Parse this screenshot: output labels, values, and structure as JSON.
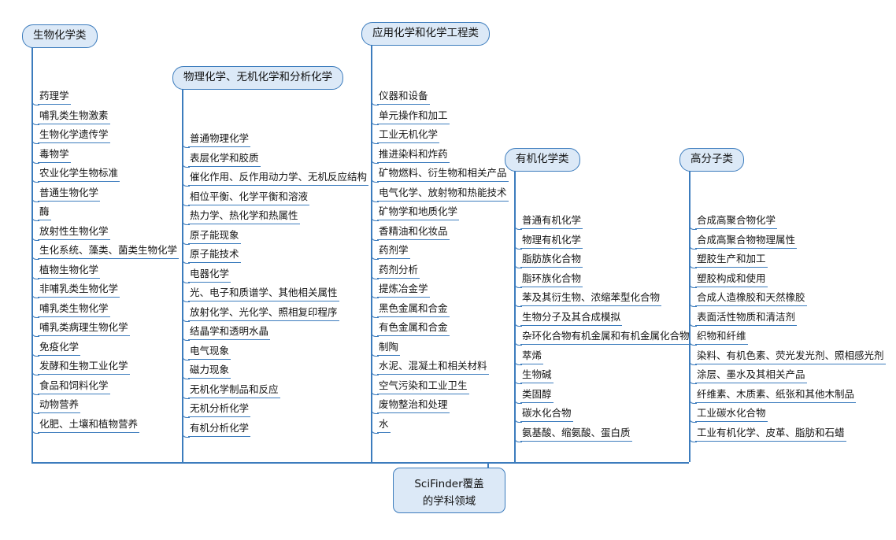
{
  "diagram": {
    "title": "SciFinder覆盖的学科领域",
    "center_label_line1": "SciFinder覆盖",
    "center_label_line2": "的学科领域",
    "accent_color": "#3c7cbd",
    "node_fill_color": "#dce9f7",
    "background_color": "#ffffff",
    "branches": [
      {
        "id": "biochem",
        "header": "生物化学类",
        "items": [
          "药理学",
          "哺乳类生物激素",
          "生物化学遗传学",
          "毒物学",
          "农业化学生物标准",
          "普通生物化学",
          "酶",
          "放射性生物化学",
          "生化系统、藻类、菌类生物化学",
          "植物生物化学",
          "非哺乳类生物化学",
          "哺乳类生物化学",
          "哺乳类病理生物化学",
          "免疫化学",
          "发酵和生物工业化学",
          "食品和饲料化学",
          "动物营养",
          "化肥、土壤和植物营养"
        ]
      },
      {
        "id": "physical-inorganic-analytical",
        "header": "物理化学、无机化学和分析化学",
        "items": [
          "普通物理化学",
          "表层化学和胶质",
          "催化作用、反作用动力学、无机反应结构",
          "相位平衡、化学平衡和溶液",
          "热力学、热化学和热属性",
          "原子能现象",
          "原子能技术",
          "电器化学",
          "光、电子和质谱学、其他相关属性",
          "放射化学、光化学、照相复印程序",
          "结晶学和透明水晶",
          "电气现象",
          "磁力现象",
          "无机化学制品和反应",
          "无机分析化学",
          "有机分析化学"
        ]
      },
      {
        "id": "applied-chemistry-engineering",
        "header": "应用化学和化学工程类",
        "items": [
          "仪器和设备",
          "单元操作和加工",
          "工业无机化学",
          "推进染料和炸药",
          "矿物燃料、衍生物和相关产品",
          "电气化学、放射物和热能技术",
          "矿物学和地质化学",
          "香精油和化妆品",
          "药剂学",
          "药剂分析",
          "提炼冶金学",
          "黑色金属和合金",
          "有色金属和合金",
          "制陶",
          "水泥、混凝土和相关材料",
          "空气污染和工业卫生",
          "废物整治和处理",
          "水"
        ]
      },
      {
        "id": "organic-chemistry",
        "header": "有机化学类",
        "items": [
          "普通有机化学",
          "物理有机化学",
          "脂肪族化合物",
          "脂环族化合物",
          "苯及其衍生物、浓缩苯型化合物",
          "生物分子及其合成模拟",
          "杂环化合物有机金属和有机金属化合物",
          "萃烯",
          "生物碱",
          "类固醇",
          "碳水化合物",
          "氨基酸、缩氨酸、蛋白质"
        ]
      },
      {
        "id": "polymer",
        "header": "高分子类",
        "items": [
          "合成高聚合物化学",
          "合成高聚合物物理属性",
          "塑胶生产和加工",
          "塑胶构成和使用",
          "合成人造橡胶和天然橡胶",
          "表面活性物质和清洁剂",
          "织物和纤维",
          "染料、有机色素、荧光发光剂、照相感光剂",
          "涂层、墨水及其相关产品",
          "纤维素、木质素、纸张和其他木制品",
          "工业碳水化合物",
          "工业有机化学、皮革、脂肪和石蜡"
        ]
      }
    ]
  }
}
